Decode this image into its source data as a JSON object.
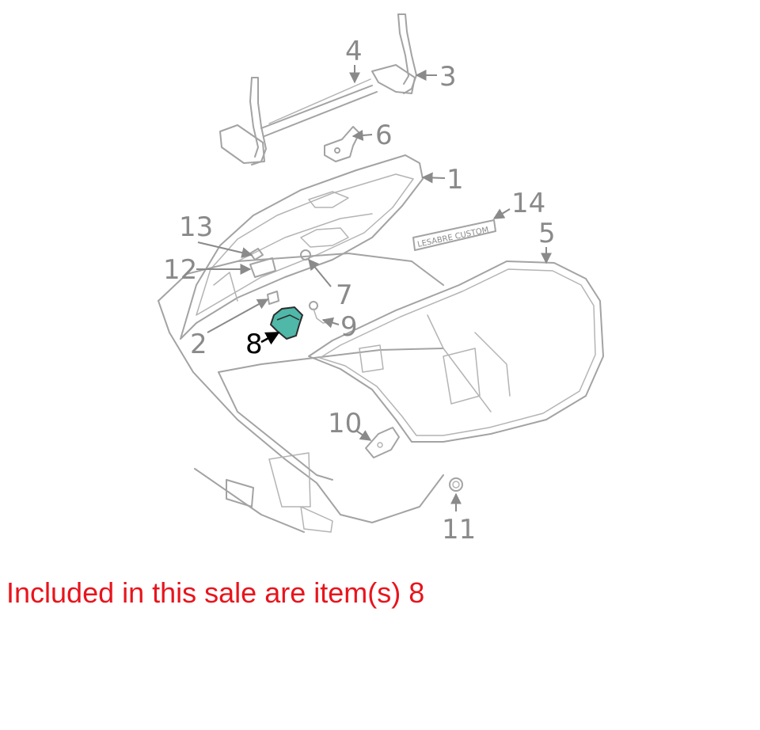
{
  "diagram": {
    "emblem_text": "LESABRE CUSTOM",
    "highlight_color": "#4fb8a8",
    "line_color": "#a3a3a3",
    "label_color": "#8a8a8a",
    "callouts": [
      {
        "id": "1",
        "label": "1"
      },
      {
        "id": "2",
        "label": "2"
      },
      {
        "id": "3",
        "label": "3"
      },
      {
        "id": "4",
        "label": "4"
      },
      {
        "id": "5",
        "label": "5"
      },
      {
        "id": "6",
        "label": "6"
      },
      {
        "id": "7",
        "label": "7"
      },
      {
        "id": "8",
        "label": "8",
        "highlighted": true
      },
      {
        "id": "9",
        "label": "9"
      },
      {
        "id": "10",
        "label": "10"
      },
      {
        "id": "11",
        "label": "11"
      },
      {
        "id": "12",
        "label": "12"
      },
      {
        "id": "13",
        "label": "13"
      },
      {
        "id": "14",
        "label": "14"
      }
    ]
  },
  "sale_note": {
    "text": "Included in this sale are item(s) 8",
    "color": "#e8141c"
  }
}
